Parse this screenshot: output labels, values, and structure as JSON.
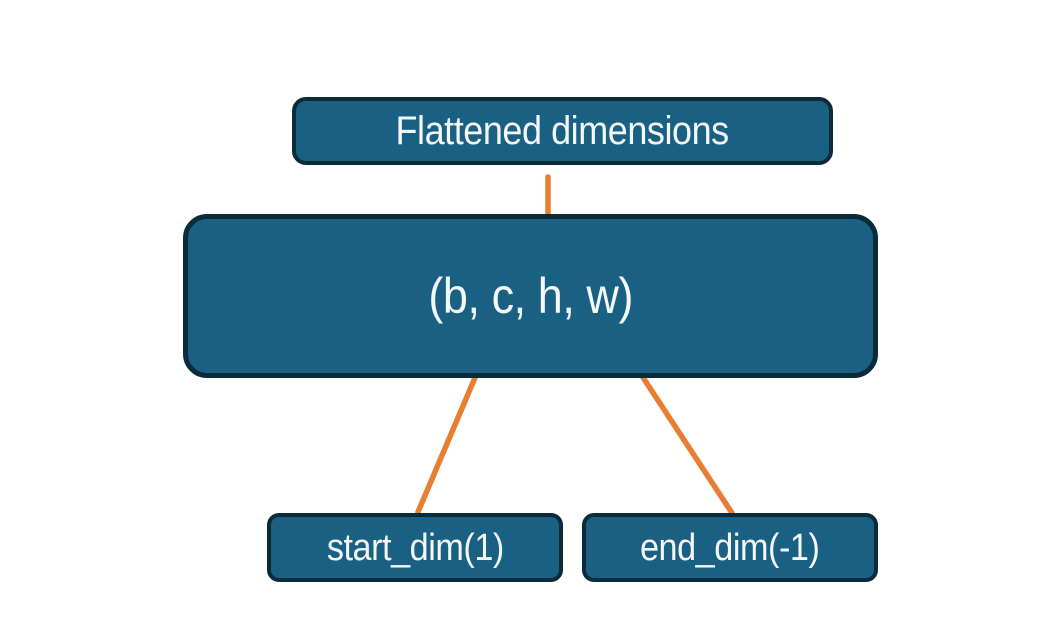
{
  "diagram": {
    "title_node": {
      "label": "Flattened dimensions"
    },
    "tensor_node": {
      "label": "(b, c, h, w)"
    },
    "start_node": {
      "label": "start_dim(1)"
    },
    "end_node": {
      "label": "end_dim(-1)"
    }
  },
  "colors": {
    "node-fill": "#1a6082",
    "node-border": "#0a2b39",
    "accent": "#e77e32",
    "text": "#f4f7f8",
    "background": "#ffffff"
  }
}
